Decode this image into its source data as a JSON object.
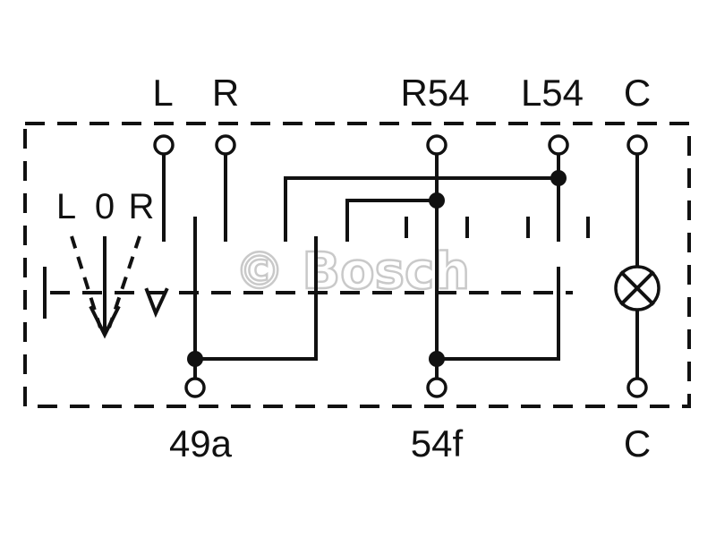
{
  "terminals": {
    "top": {
      "l": "L",
      "r": "R",
      "r54": "R54",
      "l54": "L54",
      "c": "C"
    },
    "bottom": {
      "t49a": "49a",
      "t54f": "54f",
      "c": "C"
    }
  },
  "switch_positions": {
    "l": "L",
    "zero": "0",
    "r": "R"
  },
  "watermark": "© Bosch",
  "colors": {
    "ink": "#111111",
    "watermark": "#c9c9c9",
    "background": "#ffffff"
  },
  "icons": [
    "lamp-icon",
    "switch-lever-icon"
  ]
}
